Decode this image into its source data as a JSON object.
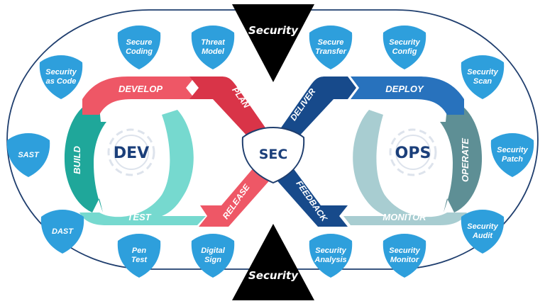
{
  "colors": {
    "border": "#1f3e6e",
    "badge": "#2e9fdc",
    "develop": "#ee5766",
    "plan": "#d93448",
    "release": "#ee5766",
    "build": "#1fa79a",
    "test": "#76d9cf",
    "deliver": "#174a8b",
    "feedback": "#174a8b",
    "deploy": "#2872bd",
    "operate": "#5e8f95",
    "monitor": "#a8cdd1",
    "center_text": "#1b3f7a",
    "triangle": "#000000",
    "gear": "#dde3ec"
  },
  "center": {
    "label": "SEC"
  },
  "dev": {
    "label": "DEV"
  },
  "ops": {
    "label": "OPS"
  },
  "triangles": {
    "top_label": "Security",
    "bottom_label": "Security"
  },
  "stages": {
    "develop": "DEVELOP",
    "plan": "PLAN",
    "build": "BUILD",
    "test": "TEST",
    "release": "RELEASE",
    "deliver": "DELIVER",
    "deploy": "DEPLOY",
    "operate": "OPERATE",
    "monitor": "MONITOR",
    "feedback": "FEEDBACK"
  },
  "badges": [
    {
      "id": "security-as-code",
      "lines": [
        "Security",
        "as Code"
      ]
    },
    {
      "id": "secure-coding",
      "lines": [
        "Secure",
        "Coding"
      ]
    },
    {
      "id": "threat-model",
      "lines": [
        "Threat",
        "Model"
      ]
    },
    {
      "id": "sast",
      "lines": [
        "SAST"
      ]
    },
    {
      "id": "dast",
      "lines": [
        "DAST"
      ]
    },
    {
      "id": "pen-test",
      "lines": [
        "Pen",
        "Test"
      ]
    },
    {
      "id": "digital-sign",
      "lines": [
        "Digital",
        "Sign"
      ]
    },
    {
      "id": "secure-transfer",
      "lines": [
        "Secure",
        "Transfer"
      ]
    },
    {
      "id": "security-config",
      "lines": [
        "Security",
        "Config"
      ]
    },
    {
      "id": "security-scan",
      "lines": [
        "Security",
        "Scan"
      ]
    },
    {
      "id": "security-patch",
      "lines": [
        "Security",
        "Patch"
      ]
    },
    {
      "id": "security-audit",
      "lines": [
        "Security",
        "Audit"
      ]
    },
    {
      "id": "security-analysis",
      "lines": [
        "Security",
        "Analysis"
      ]
    },
    {
      "id": "security-monitor",
      "lines": [
        "Security",
        "Monitor"
      ]
    }
  ]
}
